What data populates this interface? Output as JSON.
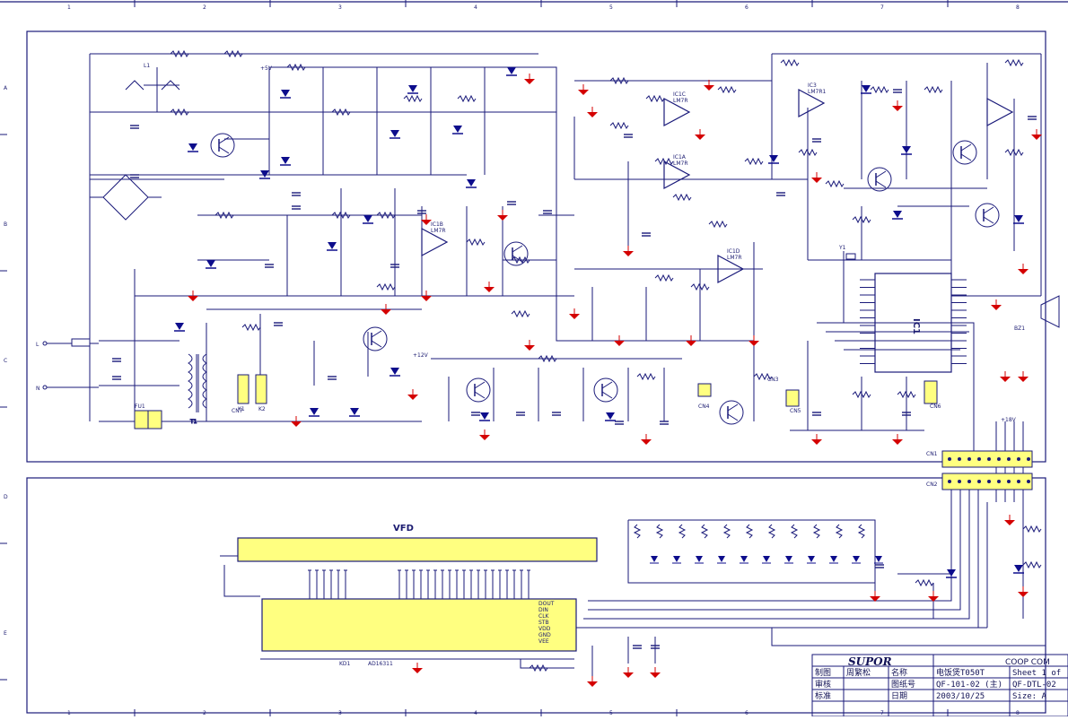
{
  "colors": {
    "wire": "#1a1a7a",
    "ground": "#d40000",
    "diode": "#0d0d8c",
    "component_fill": "#ffff80",
    "vfd_fill": "#ffff80",
    "background": "#ffffff"
  },
  "border": {
    "column_marks": [
      "1",
      "2",
      "3",
      "4",
      "5",
      "6",
      "7",
      "8"
    ],
    "row_marks": [
      "A",
      "B",
      "C",
      "D",
      "E"
    ]
  },
  "schematic": {
    "ic_labels": [
      "IC1C\nLM7R",
      "IC1A\nLM7R",
      "IC1B\nLM7R",
      "IC1D\nLM7R",
      "IC3\nLM7R1"
    ],
    "mcu_label": "IC1",
    "connector_labels": [
      "CN1",
      "CN2",
      "CN3",
      "CN4",
      "CN5",
      "CN6",
      "CN7"
    ],
    "transformer_label": "T1",
    "crystal_label": "Y1",
    "buzzer_label": "BZ1",
    "ac_inputs": [
      "L",
      "N"
    ],
    "coil_label": "L1",
    "fuse_label": "FU1",
    "relay_labels": [
      "K1",
      "K2"
    ],
    "power_labels": [
      "+5V",
      "+12V",
      "+18V"
    ]
  },
  "vfd": {
    "title": "VFD",
    "part_label": "KD1",
    "part_number": "AD16311",
    "pin_labels": [
      "DOUT",
      "DIN",
      "CLK",
      "STB",
      "VDD",
      "GND",
      "VEE"
    ]
  },
  "title_block": {
    "brand": "SUPOR",
    "category": "COOP COM",
    "rows": [
      {
        "label": "制图",
        "value": "周繁松",
        "field": "名称",
        "field_value": "电饭煲T050T",
        "extra": "Sheet 1 of"
      },
      {
        "label": "审核",
        "value": "",
        "field": "图纸号",
        "field_value": "QF-101-02 (主)",
        "extra": "QF-DTL-02"
      },
      {
        "label": "标准",
        "value": "",
        "field": "日期",
        "field_value": "2003/10/25",
        "extra": "Size: A"
      }
    ]
  }
}
